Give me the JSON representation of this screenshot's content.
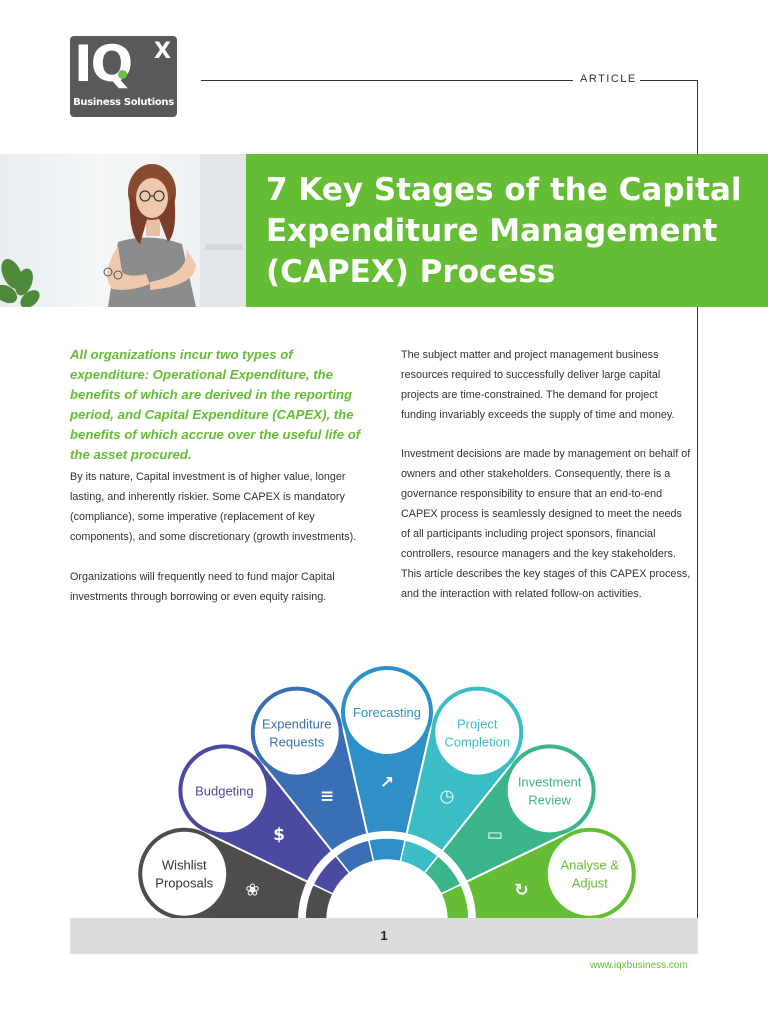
{
  "logo": {
    "main": "IQ",
    "superscript": "X",
    "subtitle": "Business Solutions",
    "accent_color": "#6cc04a"
  },
  "header": {
    "section_label": "ARTICLE"
  },
  "hero": {
    "title": "7 Key Stages of the Capital Expenditure Management (CAPEX) Process",
    "title_background": "#64bd34"
  },
  "body": {
    "intro": "All organizations incur two types of expenditure: Operational Expenditure, the benefits of which are derived in the reporting period, and Capital Expenditure (CAPEX), the benefits of which accrue over the useful life of the asset procured.",
    "paragraphs_left": [
      "By its nature, Capital investment is of higher value, longer lasting, and inherently riskier. Some CAPEX is mandatory (compliance), some imperative (replacement of key components), and some discretionary (growth investments).",
      "Organizations will frequently need to fund major Capital investments through borrowing or even equity raising."
    ],
    "paragraphs_right": [
      "The subject matter and project management business resources required to successfully deliver large capital projects are time-constrained. The demand for project funding invariably exceeds the supply of time and money.",
      "Investment decisions are made by management on behalf of owners and other stakeholders. Consequently, there is a governance responsibility to ensure that an end-to-end CAPEX process is seamlessly designed to meet the needs of all participants including project sponsors, financial controllers, resource managers and the key stakeholders. This article describes the key stages of this CAPEX process, and the interaction with related follow-on activities."
    ]
  },
  "diagram": {
    "stages": [
      {
        "line1": "Wishlist",
        "line2": "Proposals",
        "color": "#4d4d4f",
        "text_color": "#333333",
        "icon": "lightbulb-icon"
      },
      {
        "line1": "Budgeting",
        "line2": "",
        "color": "#4b4aa0",
        "text_color": "#4b4aa0",
        "icon": "money-bag-icon"
      },
      {
        "line1": "Expenditure",
        "line2": "Requests",
        "color": "#3a6fb6",
        "text_color": "#3a6fb6",
        "icon": "document-icon"
      },
      {
        "line1": "Forecasting",
        "line2": "",
        "color": "#2f8fc8",
        "text_color": "#2f8fc8",
        "icon": "chart-easel-icon"
      },
      {
        "line1": "Project",
        "line2": "Completion",
        "color": "#3bbdc6",
        "text_color": "#3bbdc6",
        "icon": "clock-icon"
      },
      {
        "line1": "Investment",
        "line2": "Review",
        "color": "#3bb58a",
        "text_color": "#3bb58a",
        "icon": "credit-card-icon"
      },
      {
        "line1": "Analyse &",
        "line2": "Adjust",
        "color": "#64bd34",
        "text_color": "#64bd34",
        "icon": "refresh-icon"
      }
    ]
  },
  "footer": {
    "page_number": "1",
    "url": "www.iqxbusiness.com"
  }
}
